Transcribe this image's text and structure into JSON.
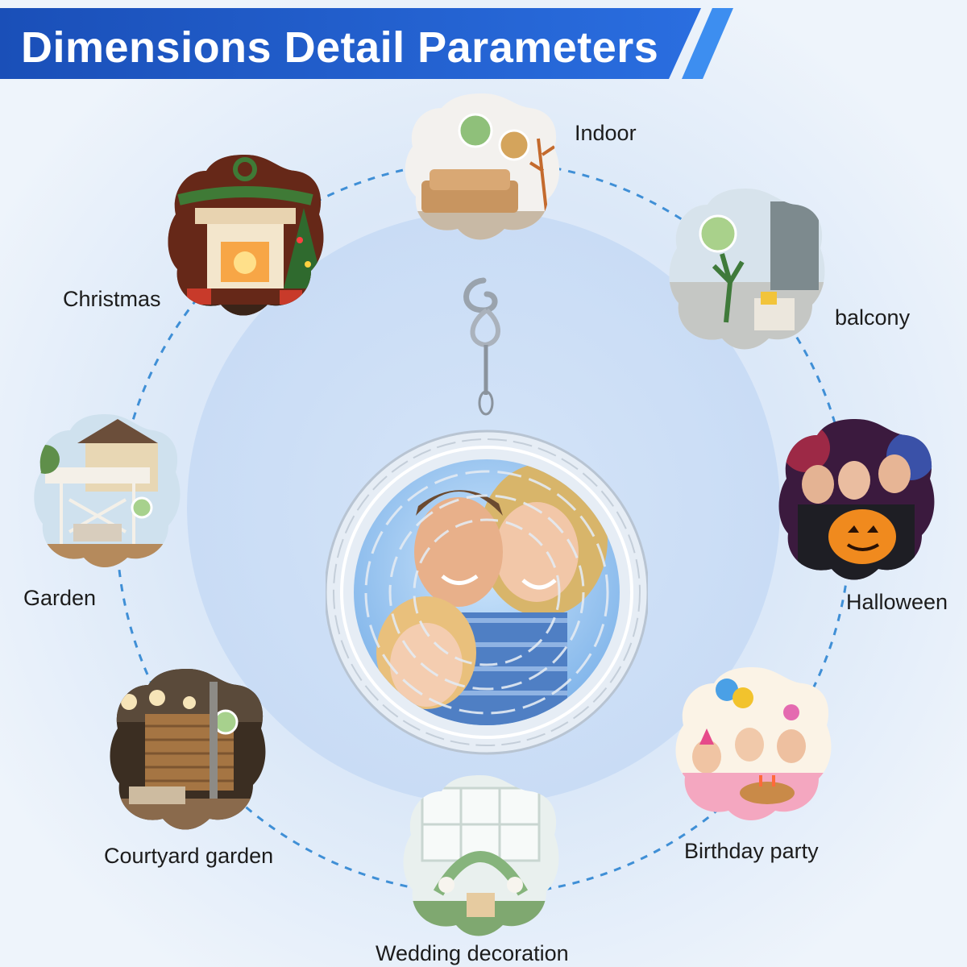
{
  "header": {
    "title": "Dimensions Detail Parameters"
  },
  "colors": {
    "banner_dark": "#1a4fb8",
    "banner_light": "#3d8ef0",
    "ring_dash": "#3f8fd6",
    "background": "#e3eef9"
  },
  "scenes": [
    {
      "id": "indoor",
      "label": "Indoor"
    },
    {
      "id": "balcony",
      "label": "balcony"
    },
    {
      "id": "halloween",
      "label": "Halloween"
    },
    {
      "id": "birthday",
      "label": "Birthday party"
    },
    {
      "id": "wedding",
      "label": "Wedding decoration"
    },
    {
      "id": "courtyard",
      "label": "Courtyard garden"
    },
    {
      "id": "garden",
      "label": "Garden"
    },
    {
      "id": "christmas",
      "label": "Christmas"
    }
  ]
}
